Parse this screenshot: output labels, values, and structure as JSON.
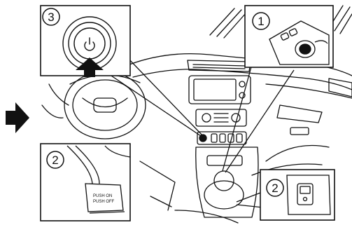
{
  "callouts": {
    "power_switch_number": "3",
    "shifter_number": "1",
    "pedal_number": "2",
    "switch_number": "2"
  },
  "pedal_label": {
    "line1": "PUSH ON",
    "line2": "PUSH OFF"
  },
  "colors": {
    "stroke": "#111111",
    "background": "#ffffff",
    "arrow": "#111111"
  },
  "icons": {
    "power": "power-symbol-icon",
    "pointer": "right-arrow-icon",
    "push": "up-arrow-icon"
  }
}
